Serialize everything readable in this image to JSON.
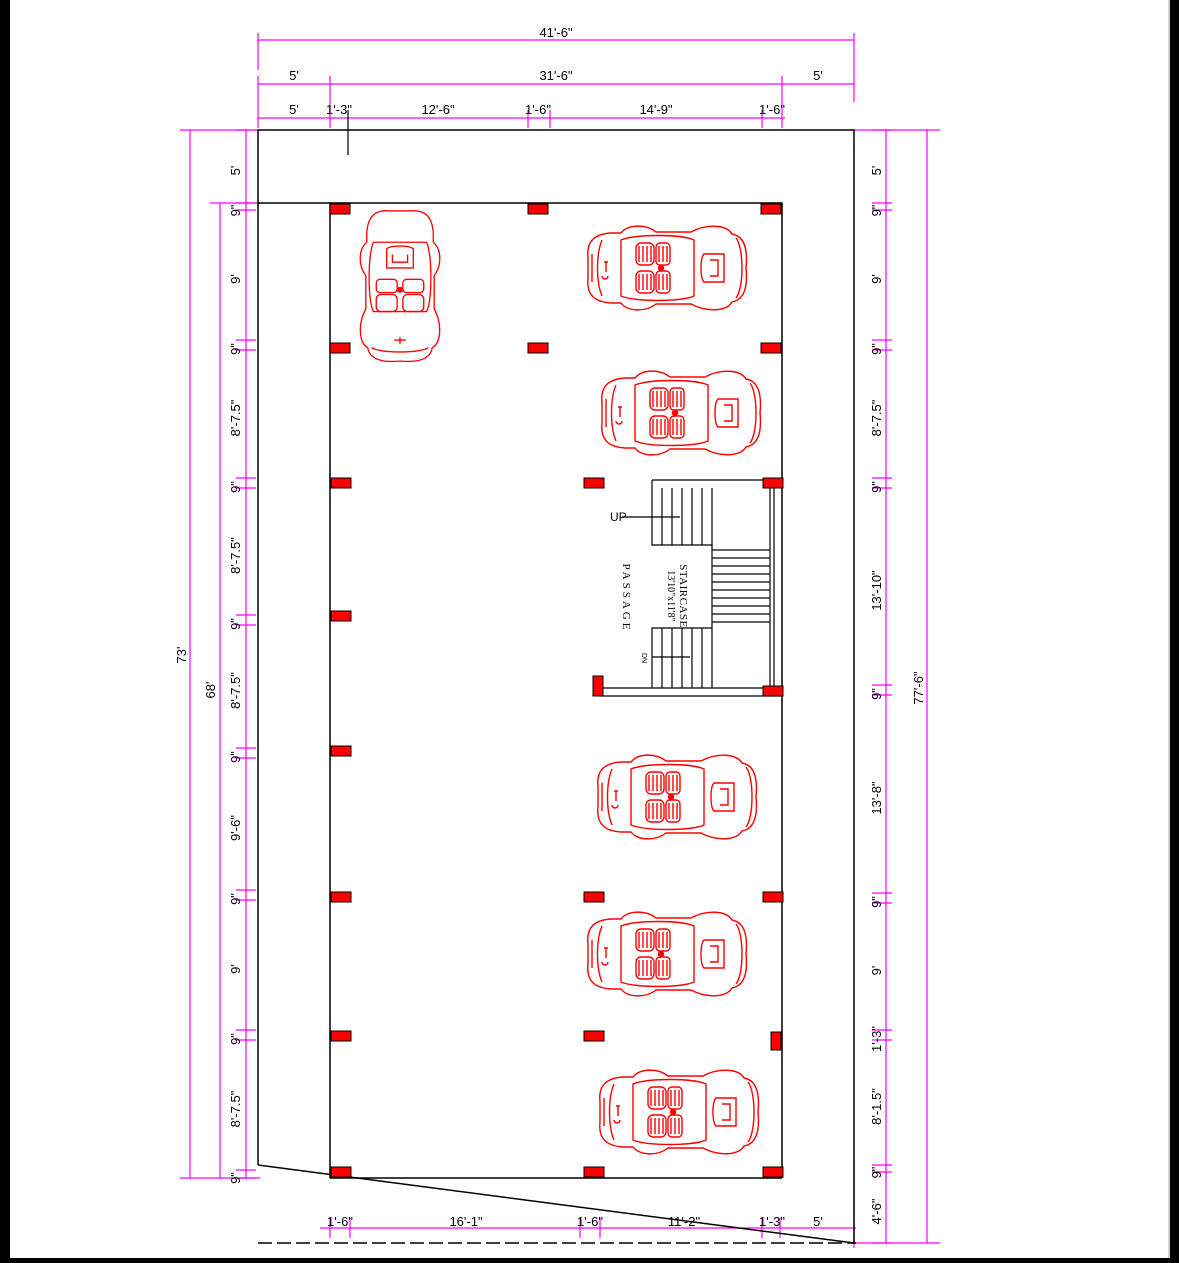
{
  "colors": {
    "dimension": "#ff00ff",
    "column": "#ff0000",
    "car": "#ff0000",
    "wall": "#000000",
    "text": "#000000",
    "background": "#ffffff"
  },
  "dimensions": {
    "top": {
      "overall": "41'-6\"",
      "row2": [
        "5'",
        "31'-6\"",
        "5'"
      ],
      "row3": [
        "5'",
        "1'-3\"",
        "12'-6\"",
        "1'-6\"",
        "14'-9\"",
        "1'-6\""
      ]
    },
    "bottom": [
      "1'-6\"",
      "16'-1\"",
      "1'-6\"",
      "11'-2\"",
      "1'-3\"",
      "5'"
    ],
    "left": {
      "outer": "73'",
      "inner": "68'",
      "chain": [
        "5'",
        "9\"",
        "9'",
        "9\"",
        "8'-7.5\"",
        "9\"",
        "8'-7.5\"",
        "9\"",
        "8'-7.5\"",
        "9\"",
        "9'-6\"",
        "9\"",
        "9'",
        "9\"",
        "8'-7.5\"",
        "9\""
      ]
    },
    "right": {
      "outer": "77'-6\"",
      "chain": [
        "5'",
        "9\"",
        "9'",
        "9\"",
        "8'-7.5\"",
        "9\"",
        "13'-10\"",
        "9\"",
        "13'-8\"",
        "9\"",
        "9'",
        "1'-3\"",
        "8'-1.5\"",
        "9\"",
        "4'-6\""
      ]
    }
  },
  "labels": {
    "up": "UP",
    "dn": "DN",
    "staircase": "STAIRCASE",
    "staircase_size": "13'10\"x11'8\"",
    "passage": "PASSAGE"
  },
  "cars": [
    {
      "name": "car-1",
      "orientation": "vertical"
    },
    {
      "name": "car-2",
      "orientation": "horizontal"
    },
    {
      "name": "car-3",
      "orientation": "horizontal"
    },
    {
      "name": "car-4",
      "orientation": "horizontal"
    },
    {
      "name": "car-5",
      "orientation": "horizontal"
    },
    {
      "name": "car-6",
      "orientation": "horizontal"
    }
  ]
}
